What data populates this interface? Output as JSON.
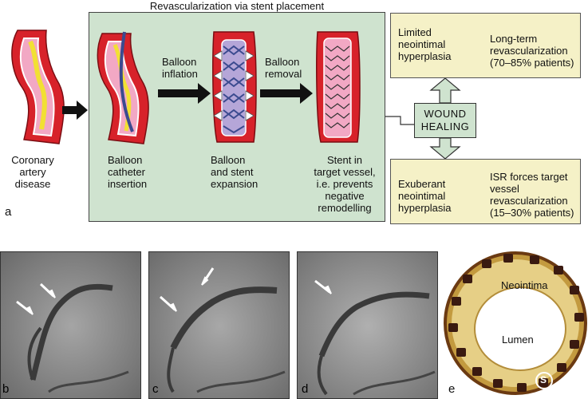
{
  "figure": {
    "title": "Revascularization via stent placement",
    "panel_a": {
      "label": "a",
      "disease_label": [
        "Coronary",
        "artery",
        "disease"
      ],
      "step1_label": [
        "Balloon",
        "catheter",
        "insertion"
      ],
      "arrow1_label": [
        "Balloon",
        "inflation"
      ],
      "step2_label": [
        "Balloon",
        "and stent",
        "expansion"
      ],
      "arrow2_label": [
        "Balloon",
        "removal"
      ],
      "step3_label": [
        "Stent in",
        "target vessel,",
        "i.e. prevents",
        "negative",
        "remodelling"
      ],
      "wound_healing": [
        "WOUND",
        "HEALING"
      ],
      "outcome_top": {
        "cause": [
          "Limited",
          "neointimal",
          "hyperplasia"
        ],
        "effect": [
          "Long-term",
          "revascularization",
          "(70–85% patients)"
        ]
      },
      "outcome_bottom": {
        "cause": [
          "Exuberant",
          "neointimal",
          "hyperplasia"
        ],
        "effect": [
          "ISR forces target",
          "vessel",
          "revascularization",
          "(15–30% patients)"
        ]
      }
    },
    "panel_b": {
      "label": "b"
    },
    "panel_c": {
      "label": "c"
    },
    "panel_d": {
      "label": "d"
    },
    "panel_e": {
      "label": "e",
      "neointima_label": "Neointima",
      "lumen_label": "Lumen",
      "stent_label": "S"
    },
    "colors": {
      "vessel_red": "#d7222a",
      "vessel_pink": "#f2a8c4",
      "plaque_yellow": "#f2e033",
      "panel_green": "#cfe3cf",
      "outcome_yellow": "#f5f1c7",
      "balloon_lilac": "#b5a6d8",
      "stent_blue": "#3b4a8f"
    }
  }
}
